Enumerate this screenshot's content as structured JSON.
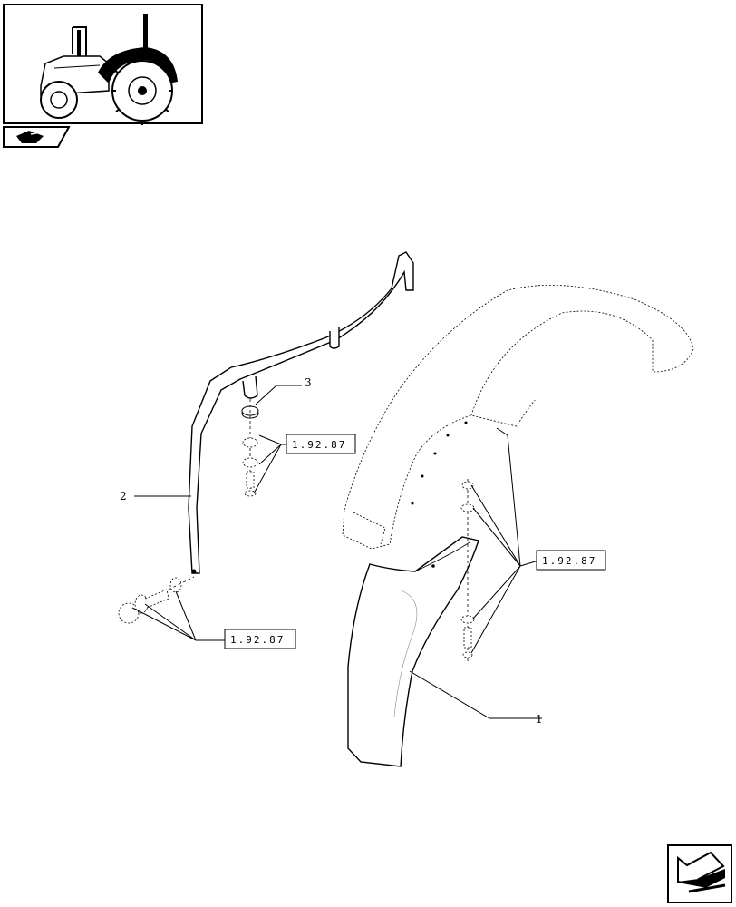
{
  "callouts": [
    {
      "id": "1",
      "label": "1"
    },
    {
      "id": "2",
      "label": "2"
    },
    {
      "id": "3",
      "label": "3"
    }
  ],
  "references": [
    {
      "id": "ref-upper",
      "label": "1.92.87"
    },
    {
      "id": "ref-right",
      "label": "1.92.87"
    },
    {
      "id": "ref-lower-left",
      "label": "1.92.87"
    }
  ],
  "icons": {
    "thumbnail": "tractor-thumbnail-icon",
    "section": "section-tab-icon",
    "nav": "navigation-arrow-icon"
  }
}
